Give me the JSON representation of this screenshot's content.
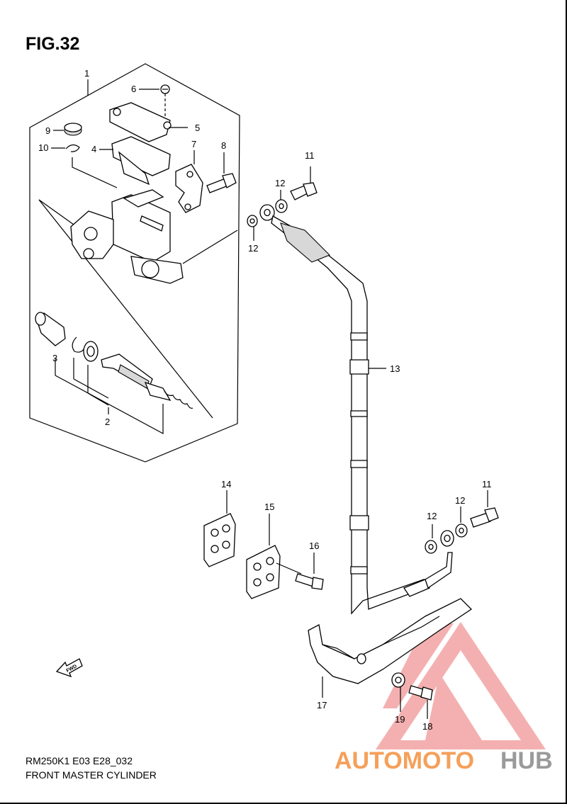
{
  "figure_title": "FIG.32",
  "model_code": "RM250K1 E03 E28_032",
  "description": "FRONT MASTER CYLINDER",
  "fwd_label": "FWD",
  "watermark": {
    "part1": "AUTOMOTO",
    "part2": "HUB",
    "colors": {
      "triangle": "#f08a8a",
      "part1": "#f5a05a",
      "part2": "#9a9a9a"
    }
  },
  "callouts": {
    "c1": "1",
    "c2": "2",
    "c3": "3",
    "c4": "4",
    "c5": "5",
    "c6": "6",
    "c7": "7",
    "c8": "8",
    "c9": "9",
    "c10": "10",
    "c11a": "11",
    "c11b": "11",
    "c12a": "12",
    "c12b": "12",
    "c12c": "12",
    "c12d": "12",
    "c13": "13",
    "c14": "14",
    "c15": "15",
    "c16": "16",
    "c17": "17",
    "c18": "18",
    "c19": "19"
  }
}
